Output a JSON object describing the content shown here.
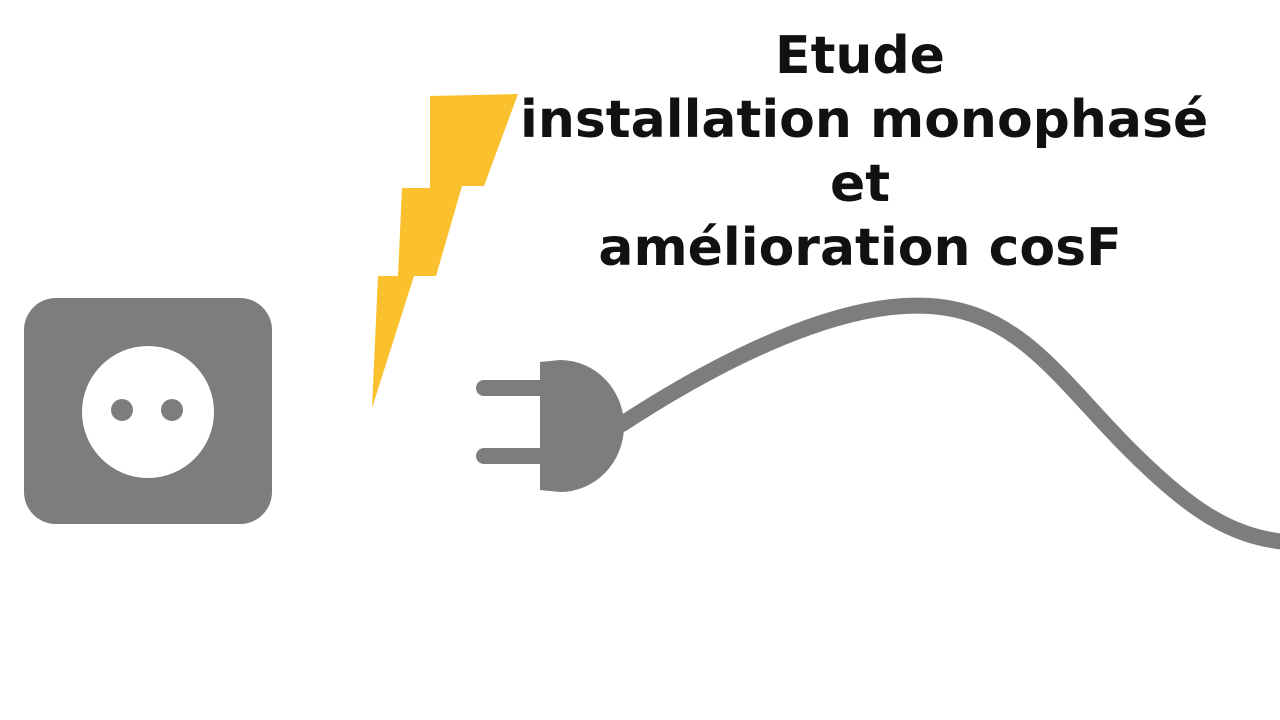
{
  "title": {
    "line1": "Etude",
    "line2": "installation monophasé",
    "line3": "et",
    "line4": "amélioration cosF"
  },
  "colors": {
    "background": "#ffffff",
    "text": "#111111",
    "socket": "#7d7d7d",
    "socket_face": "#ffffff",
    "plug": "#7d7d7d",
    "cable": "#7d7d7d",
    "lightning": "#fbc02d"
  },
  "icons": {
    "socket": "power-socket-icon",
    "plug": "power-plug-icon",
    "lightning": "lightning-bolt-icon",
    "cable": "power-cable"
  }
}
